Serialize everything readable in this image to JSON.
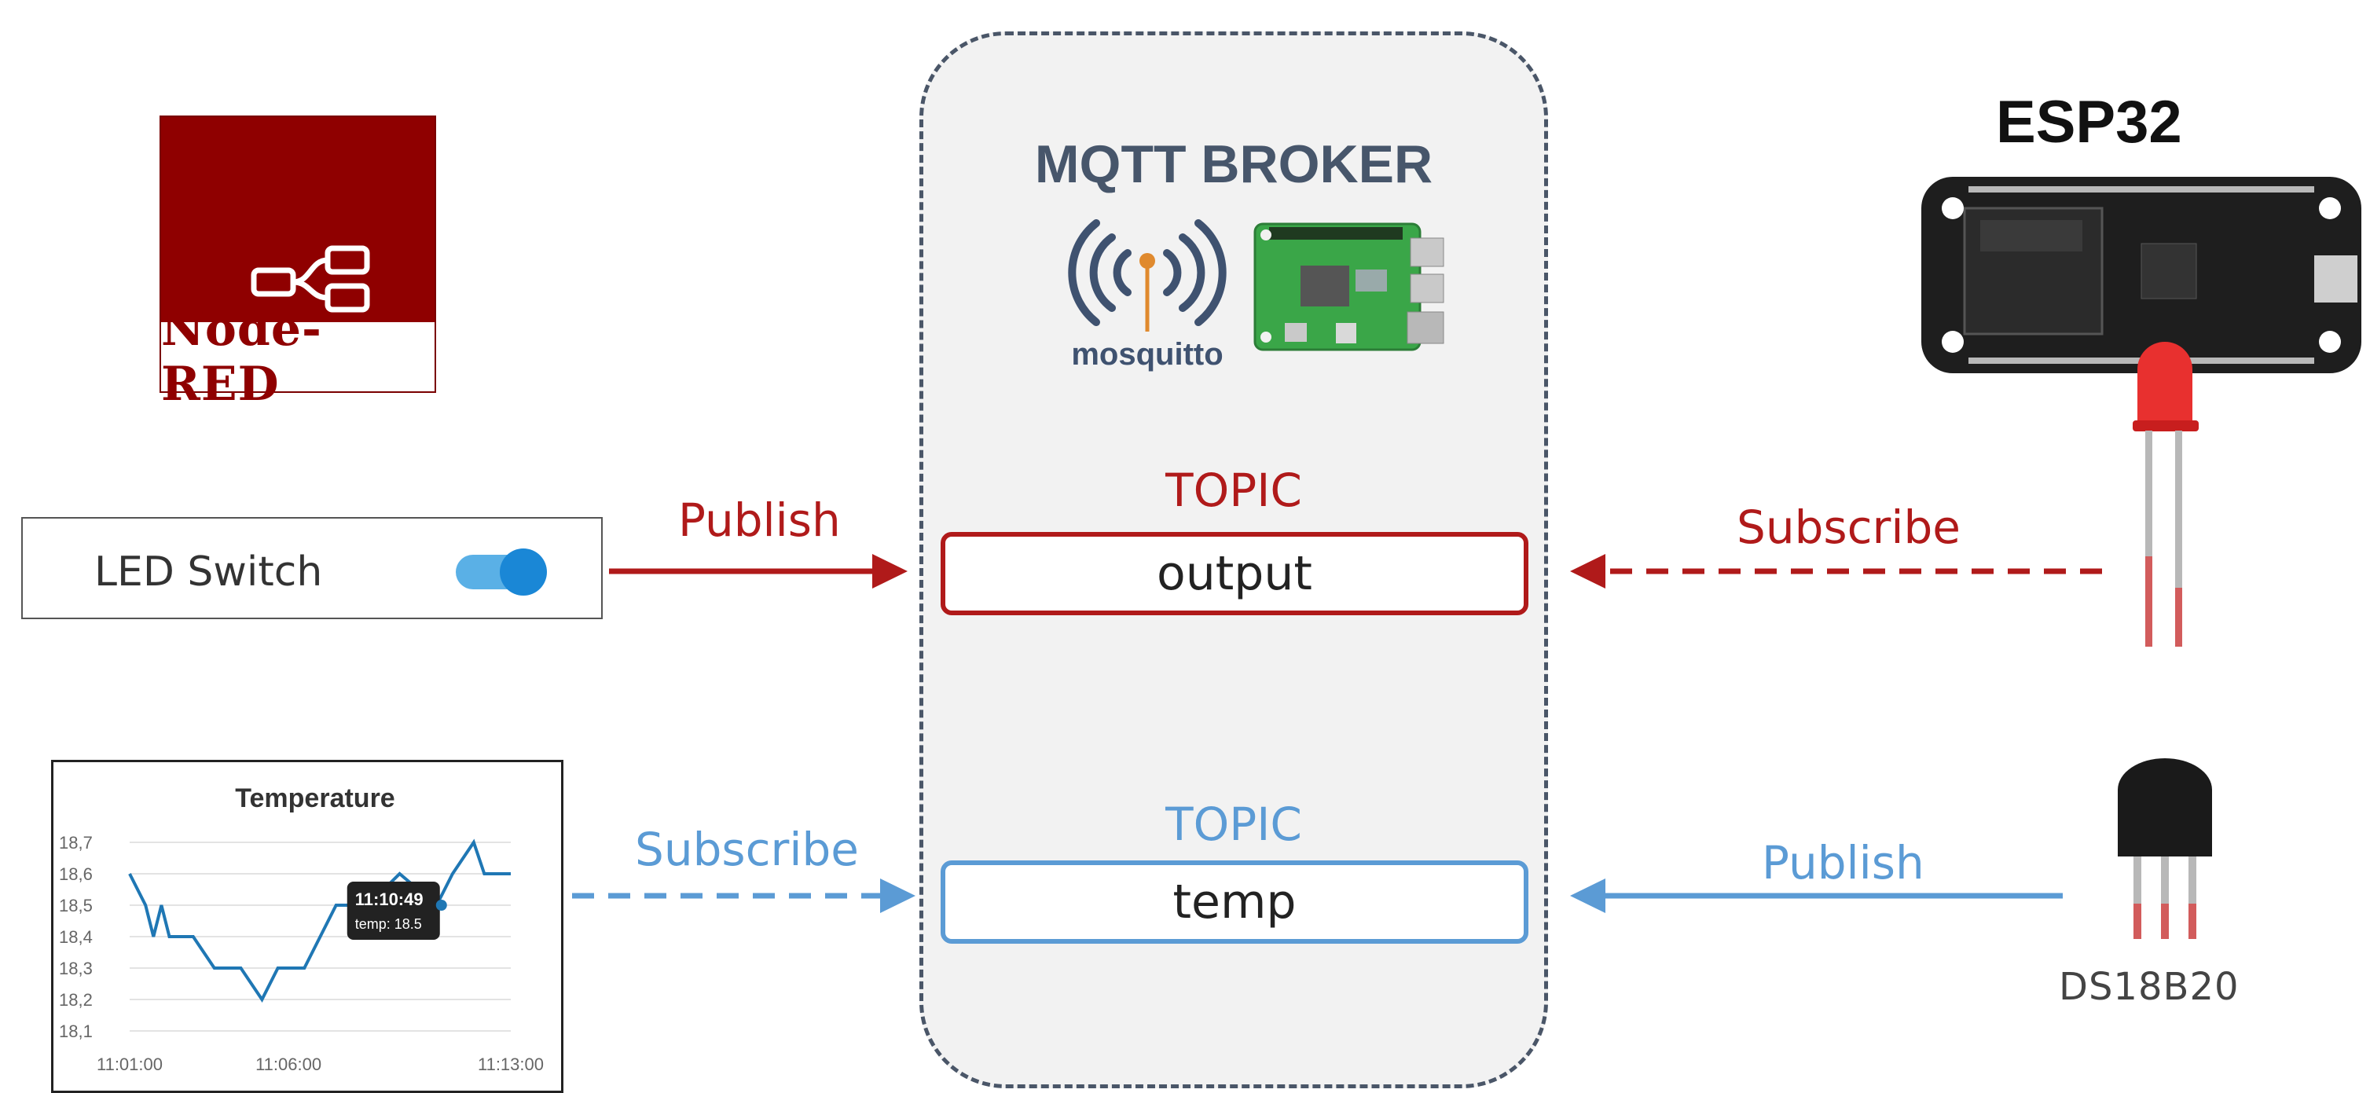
{
  "nodered": {
    "label": "Node-RED"
  },
  "broker": {
    "title": "MQTT BROKER",
    "mosquitto_label": "mosquitto"
  },
  "topics": [
    {
      "label": "TOPIC",
      "name": "output",
      "color": "#b01a1a"
    },
    {
      "label": "TOPIC",
      "name": "temp",
      "color": "#5b9bd5"
    }
  ],
  "arrows": {
    "led_publish": "Publish",
    "led_subscribe": "Subscribe",
    "temp_subscribe": "Subscribe",
    "temp_publish": "Publish"
  },
  "led_switch": {
    "label": "LED Switch",
    "state": "on"
  },
  "esp32": {
    "title": "ESP32"
  },
  "sensor": {
    "label": "DS18B20"
  },
  "colors": {
    "red": "#b01a1a",
    "blue": "#5b9bd5",
    "broker_border": "#4a5668",
    "nodered": "#8f0000"
  },
  "chart_data": {
    "type": "line",
    "title": "Temperature",
    "x_ticks": [
      "11:01:00",
      "11:06:00",
      "11:13:00"
    ],
    "y_ticks": [
      "18,7",
      "18,6",
      "18,5",
      "18,4",
      "18,3",
      "18,2",
      "18,1"
    ],
    "ylim": [
      18.1,
      18.7
    ],
    "series": [
      {
        "values": [
          [
            "11:01:00",
            18.6
          ],
          [
            "11:01:30",
            18.5
          ],
          [
            "11:01:45",
            18.4
          ],
          [
            "11:02:00",
            18.5
          ],
          [
            "11:02:15",
            18.4
          ],
          [
            "11:03:00",
            18.4
          ],
          [
            "11:03:40",
            18.3
          ],
          [
            "11:04:30",
            18.3
          ],
          [
            "11:05:10",
            18.2
          ],
          [
            "11:05:40",
            18.3
          ],
          [
            "11:06:30",
            18.3
          ],
          [
            "11:07:00",
            18.4
          ],
          [
            "11:07:30",
            18.5
          ],
          [
            "11:08:30",
            18.5
          ],
          [
            "11:09:30",
            18.6
          ],
          [
            "11:10:40",
            18.5
          ],
          [
            "11:11:10",
            18.6
          ],
          [
            "11:11:50",
            18.7
          ],
          [
            "11:12:10",
            18.6
          ],
          [
            "11:13:00",
            18.6
          ]
        ]
      }
    ],
    "tooltip": {
      "time": "11:10:49",
      "text": "temp: 18.5"
    }
  }
}
